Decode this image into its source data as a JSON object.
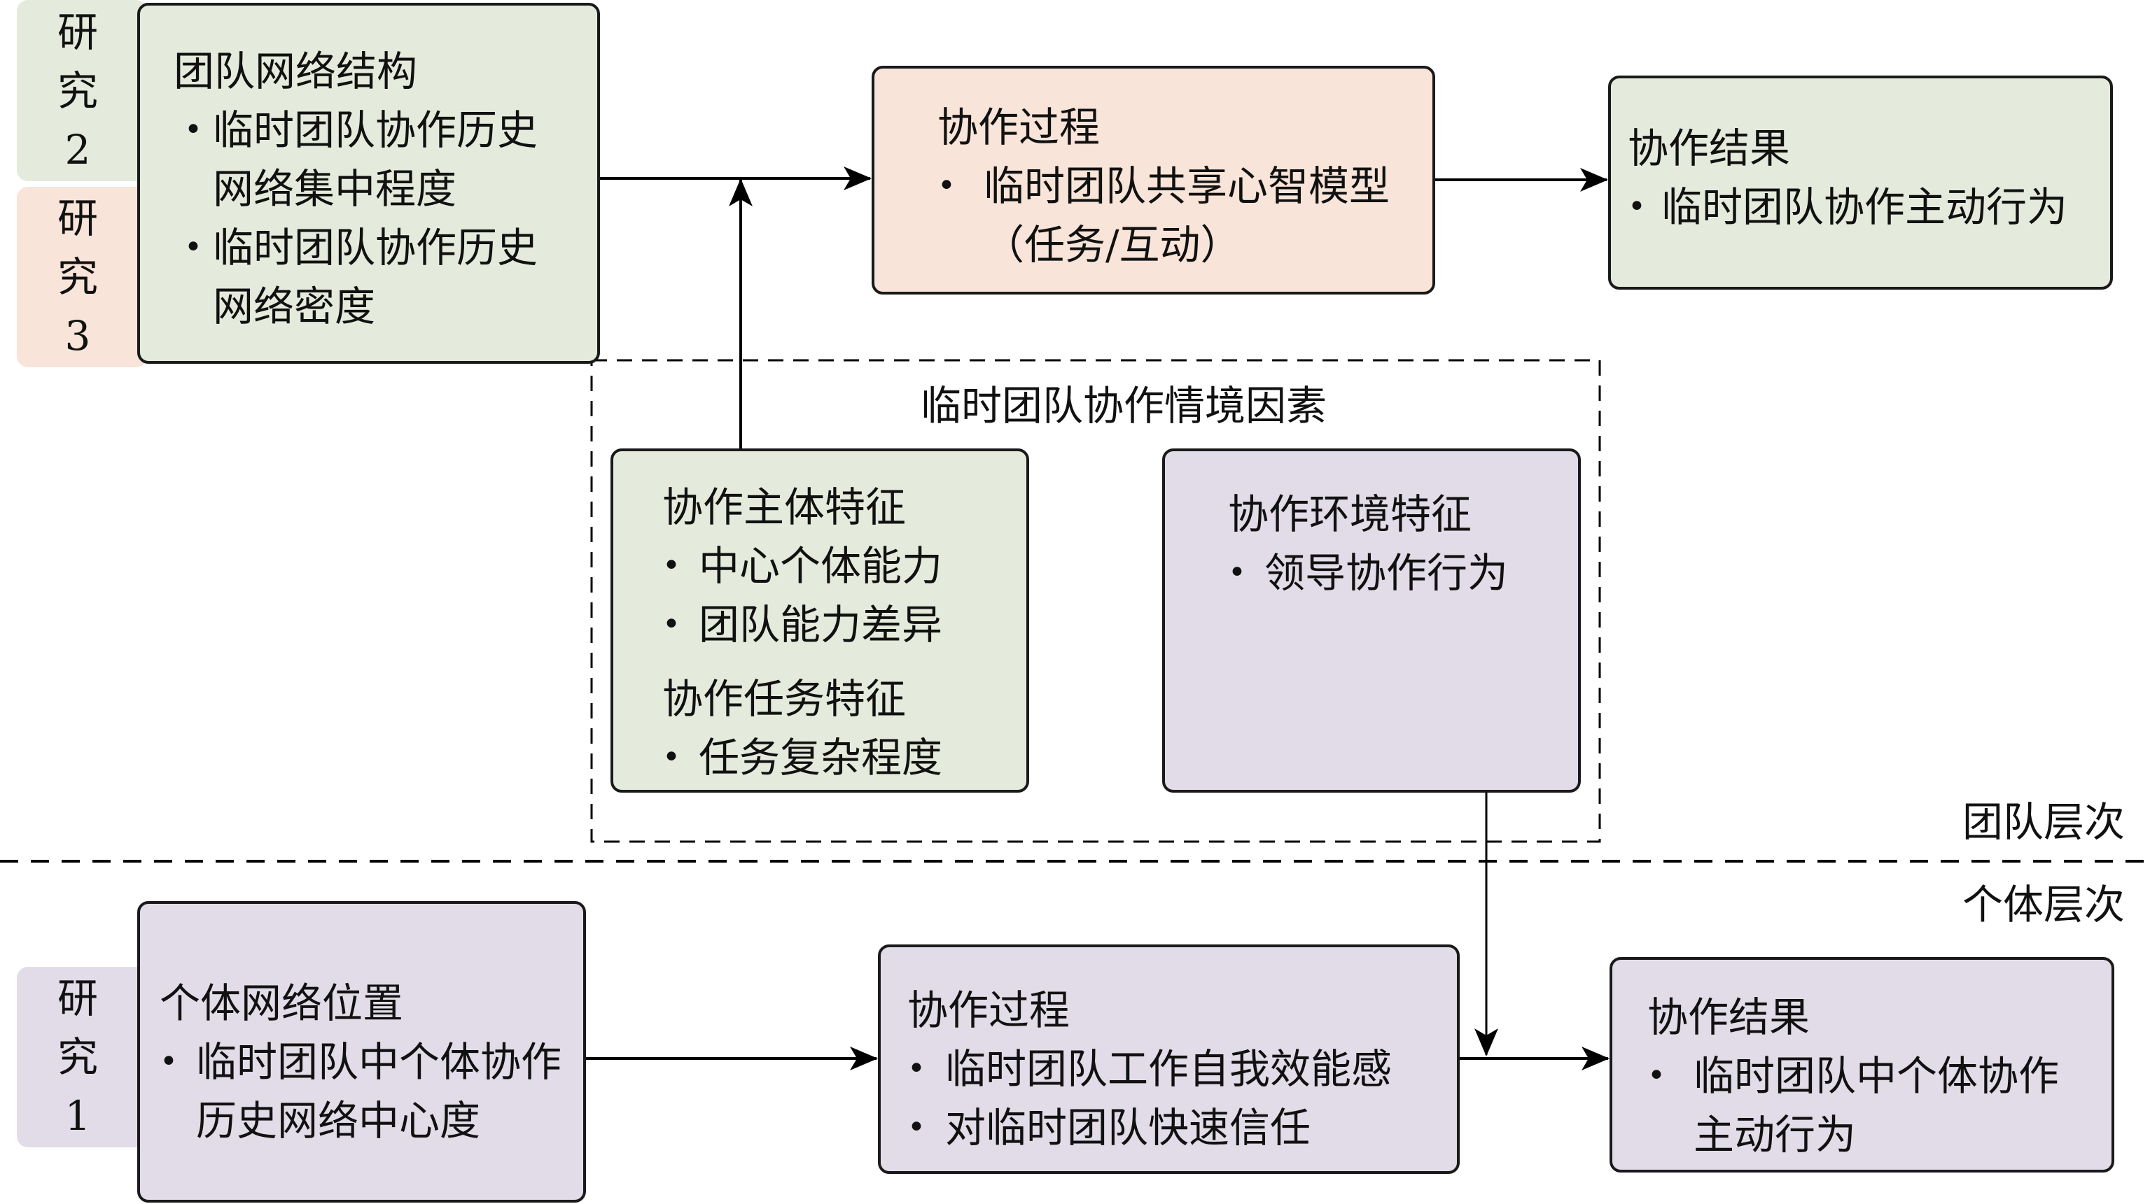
{
  "levels": {
    "team": "团队层次",
    "individual": "个体层次"
  },
  "study_tabs": [
    {
      "label_chars": [
        "研",
        "究",
        "2"
      ],
      "color": "#e5ebdc"
    },
    {
      "label_chars": [
        "研",
        "究",
        "3"
      ],
      "color": "#f8e4d8"
    },
    {
      "label_chars": [
        "研",
        "究",
        "1"
      ],
      "color": "#e2dce8"
    }
  ],
  "team_level": {
    "network_structure": {
      "title": "团队网络结构",
      "items": [
        "临时团队协作历史网络集中程度",
        "临时团队协作历史网络密度"
      ],
      "color": "#e5ebdc"
    },
    "process": {
      "title": "协作过程",
      "items": [
        "临时团队共享心智模型（任务/互动）"
      ],
      "color": "#f8e4d8"
    },
    "outcome": {
      "title": "协作结果",
      "items": [
        "临时团队协作主动行为"
      ],
      "color": "#e5ebdc"
    }
  },
  "context": {
    "title": "临时团队协作情境因素",
    "subject_task": {
      "title1": "协作主体特征",
      "items1": [
        "中心个体能力",
        "团队能力差异"
      ],
      "title2": "协作任务特征",
      "items2": [
        "任务复杂程度"
      ],
      "color": "#e5ebdc"
    },
    "environment": {
      "title": "协作环境特征",
      "items": [
        "领导协作行为"
      ],
      "color": "#e2dce8"
    }
  },
  "individual_level": {
    "network_position": {
      "title": "个体网络位置",
      "items": [
        "临时团队中个体协作历史网络中心度"
      ],
      "color": "#e2dce8"
    },
    "process": {
      "title": "协作过程",
      "items": [
        "临时团队工作自我效能感",
        "对临时团队快速信任"
      ],
      "color": "#e2dce8"
    },
    "outcome": {
      "title": "协作结果",
      "items": [
        "临时团队中个体协作主动行为"
      ],
      "color": "#e2dce8"
    }
  },
  "bullet_glyph": "•"
}
